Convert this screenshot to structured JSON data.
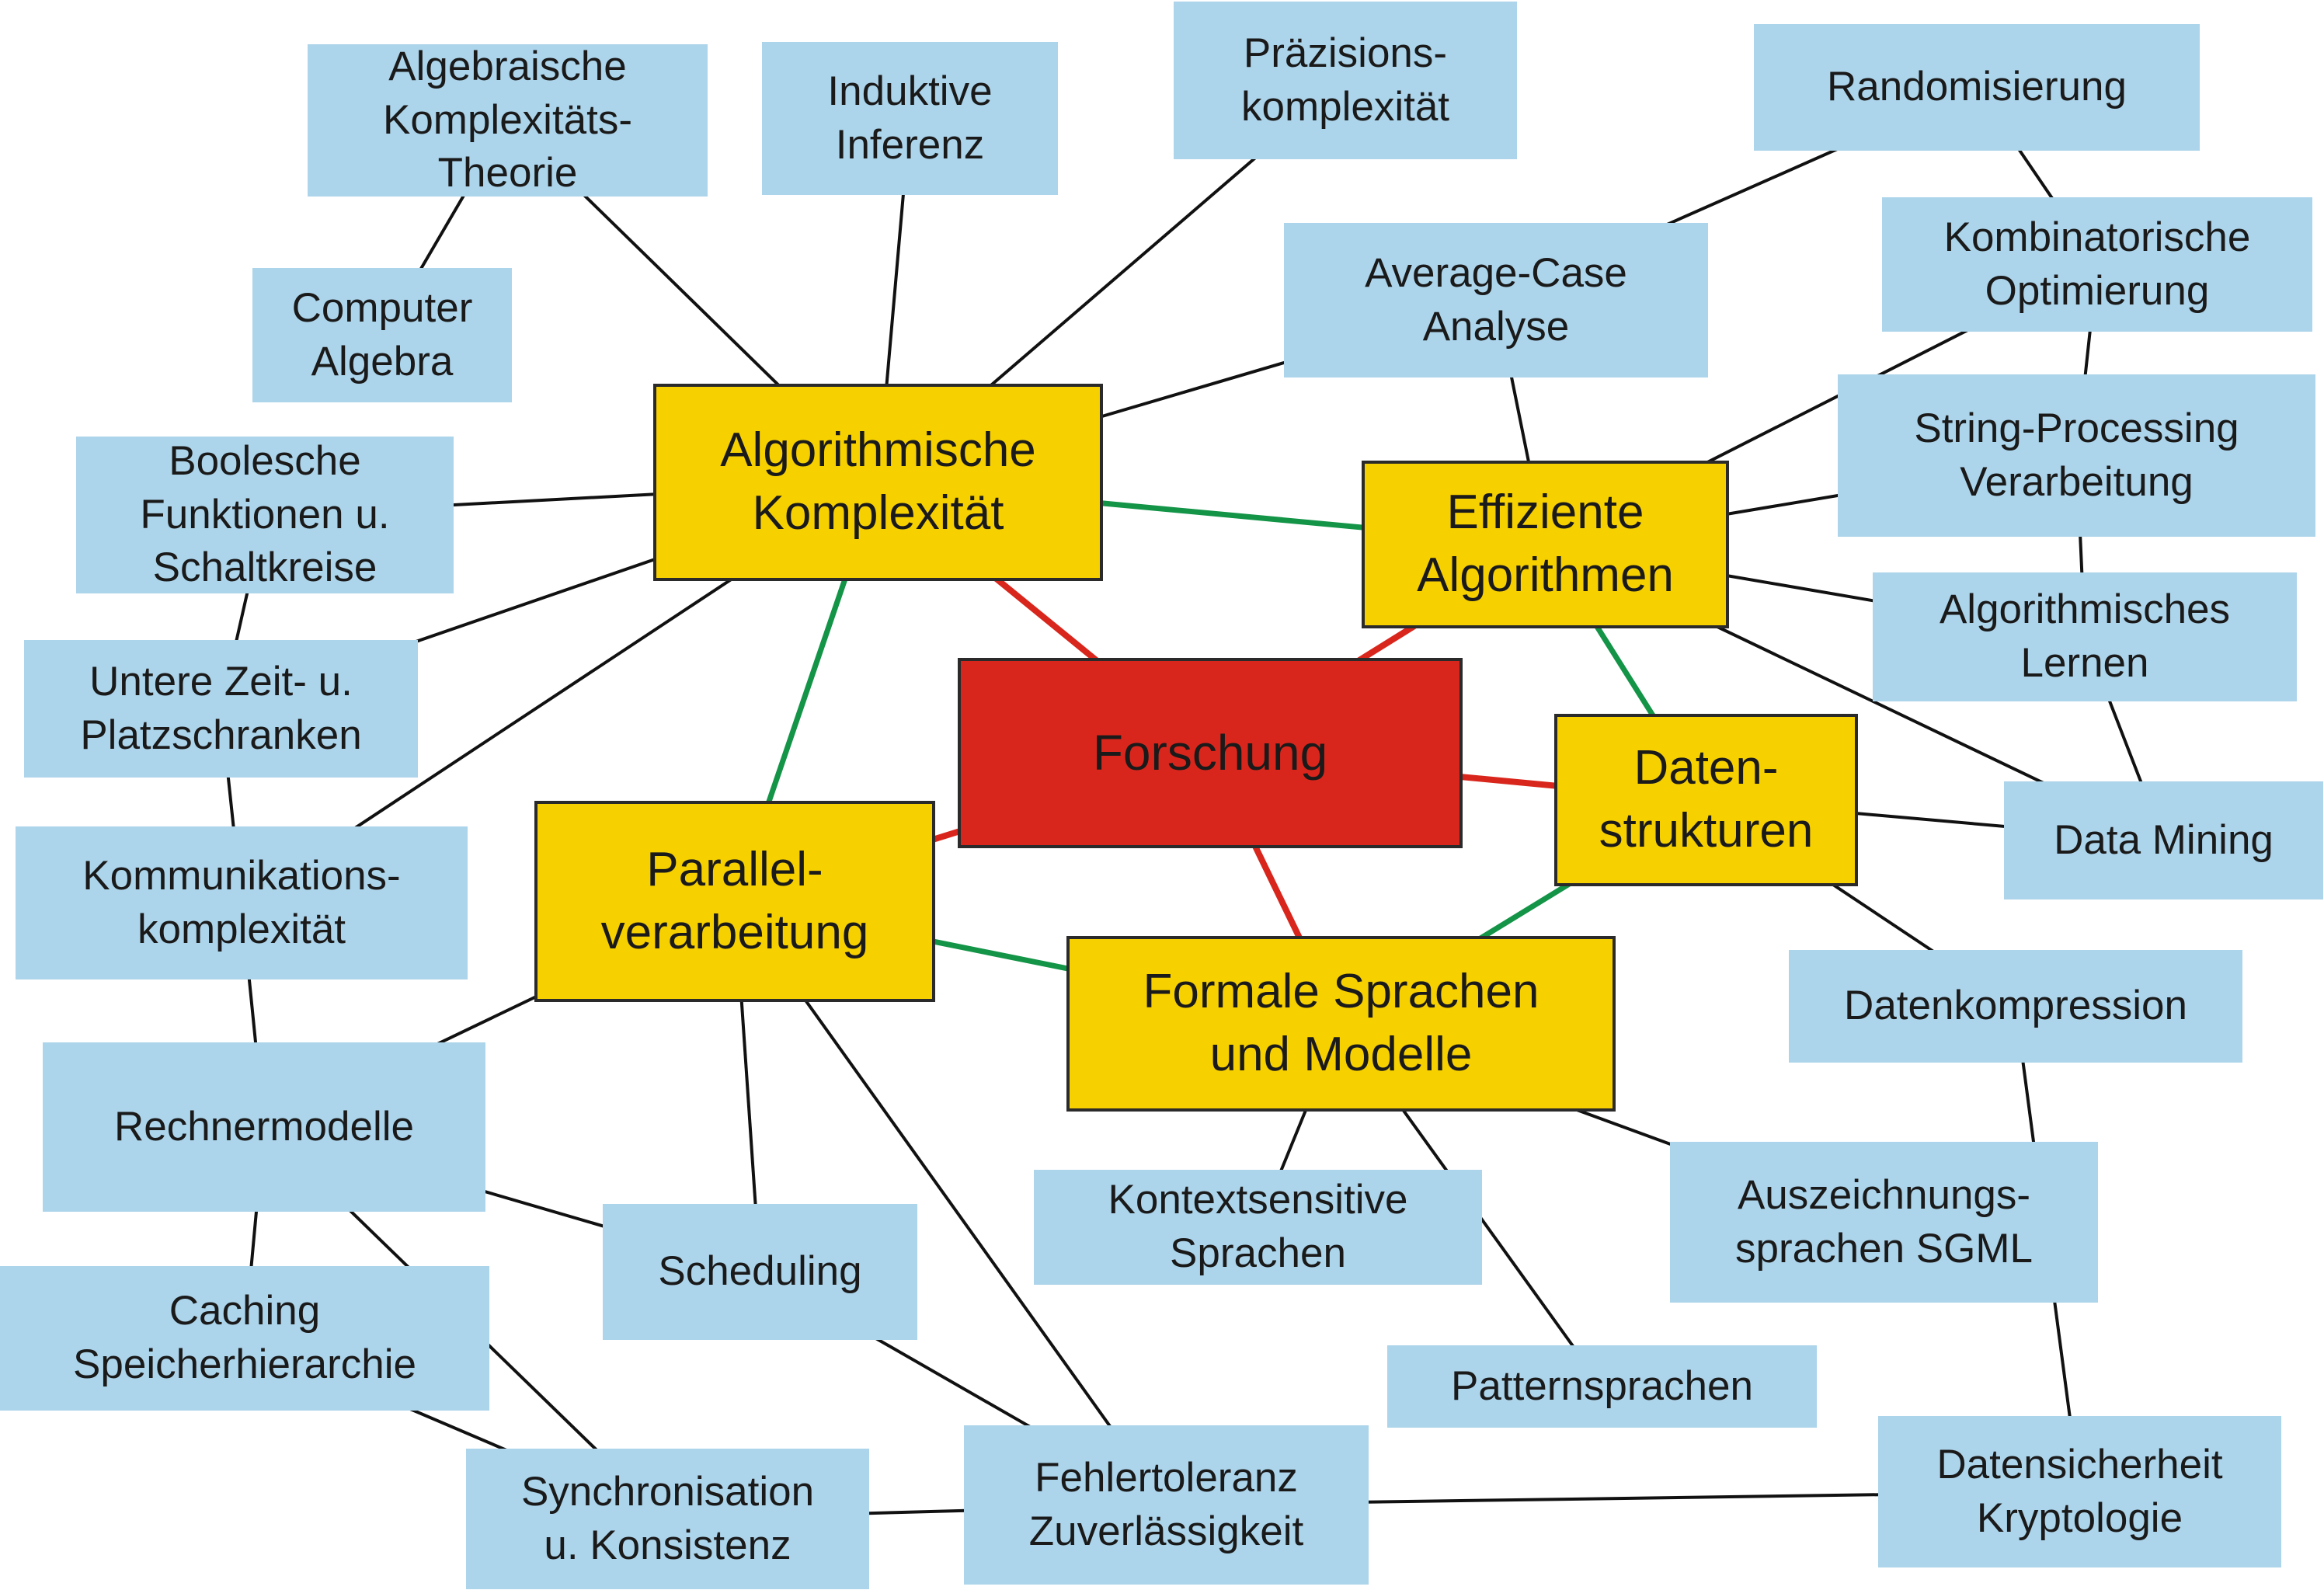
{
  "colors": {
    "leaf_fill": "#acd4ea",
    "hub_fill": "#f7d000",
    "core_fill": "#d9261c",
    "edge_core": "#d9261c",
    "edge_hub": "#139447",
    "edge_leaf": "#111111"
  },
  "nodes": {
    "forschung": "Forschung",
    "algo_komplexitaet": "Algorithmische\nKomplexität",
    "effiziente_algorithmen": "Effiziente\nAlgorithmen",
    "datenstrukturen": "Daten-\nstrukturen",
    "parallelverarbeitung": "Parallel-\nverarbeitung",
    "formale_sprachen": "Formale Sprachen\nund Modelle",
    "algebraische_komplexitaet": "Algebraische\nKomplexitäts-\nTheorie",
    "induktive_inferenz": "Induktive\nInferenz",
    "praezisionskomplexitaet": "Präzisions-\nkomplexität",
    "randomisierung": "Randomisierung",
    "computer_algebra": "Computer\nAlgebra",
    "average_case": "Average-Case\nAnalyse",
    "kombinatorische_optimierung": "Kombinatorische\nOptimierung",
    "boolesche_funktionen": "Boolesche\nFunktionen u.\nSchaltkreise",
    "string_processing": "String-Processing\nVerarbeitung",
    "algorithmisches_lernen": "Algorithmisches\nLernen",
    "untere_schranken": "Untere Zeit- u.\nPlatzschranken",
    "data_mining": "Data Mining",
    "kommunikationskomplexitaet": "Kommunikations-\nkomplexität",
    "datenkompression": "Datenkompression",
    "rechnermodelle": "Rechnermodelle",
    "kontextsensitive_sprachen": "Kontextsensitive\nSprachen",
    "auszeichnungssprachen": "Auszeichnungs-\nsprachen SGML",
    "scheduling": "Scheduling",
    "caching": "Caching\nSpeicherhierarchie",
    "patternsprachen": "Patternsprachen",
    "synchronisation": "Synchronisation\nu. Konsistenz",
    "fehlertoleranz": "Fehlertoleranz\nZuverlässigkeit",
    "datensicherheit": "Datensicherheit\nKryptologie"
  },
  "edges": [
    {
      "from": "forschung",
      "to": "algo_komplexitaet",
      "kind": "core"
    },
    {
      "from": "forschung",
      "to": "effiziente_algorithmen",
      "kind": "core"
    },
    {
      "from": "forschung",
      "to": "datenstrukturen",
      "kind": "core"
    },
    {
      "from": "forschung",
      "to": "parallelverarbeitung",
      "kind": "core"
    },
    {
      "from": "forschung",
      "to": "formale_sprachen",
      "kind": "core"
    },
    {
      "from": "algo_komplexitaet",
      "to": "effiziente_algorithmen",
      "kind": "hub"
    },
    {
      "from": "algo_komplexitaet",
      "to": "parallelverarbeitung",
      "kind": "hub"
    },
    {
      "from": "effiziente_algorithmen",
      "to": "datenstrukturen",
      "kind": "hub"
    },
    {
      "from": "datenstrukturen",
      "to": "formale_sprachen",
      "kind": "hub"
    },
    {
      "from": "parallelverarbeitung",
      "to": "formale_sprachen",
      "kind": "hub"
    },
    {
      "from": "algo_komplexitaet",
      "to": "algebraische_komplexitaet",
      "kind": "leaf"
    },
    {
      "from": "algo_komplexitaet",
      "to": "induktive_inferenz",
      "kind": "leaf"
    },
    {
      "from": "algo_komplexitaet",
      "to": "praezisionskomplexitaet",
      "kind": "leaf"
    },
    {
      "from": "algo_komplexitaet",
      "to": "average_case",
      "kind": "leaf"
    },
    {
      "from": "algo_komplexitaet",
      "to": "boolesche_funktionen",
      "kind": "leaf"
    },
    {
      "from": "algo_komplexitaet",
      "to": "untere_schranken",
      "kind": "leaf"
    },
    {
      "from": "algo_komplexitaet",
      "to": "kommunikationskomplexitaet",
      "kind": "leaf"
    },
    {
      "from": "algebraische_komplexitaet",
      "to": "computer_algebra",
      "kind": "leaf"
    },
    {
      "from": "average_case",
      "to": "effiziente_algorithmen",
      "kind": "leaf"
    },
    {
      "from": "average_case",
      "to": "randomisierung",
      "kind": "leaf"
    },
    {
      "from": "randomisierung",
      "to": "kombinatorische_optimierung",
      "kind": "leaf"
    },
    {
      "from": "effiziente_algorithmen",
      "to": "kombinatorische_optimierung",
      "kind": "leaf"
    },
    {
      "from": "kombinatorische_optimierung",
      "to": "string_processing",
      "kind": "leaf"
    },
    {
      "from": "effiziente_algorithmen",
      "to": "string_processing",
      "kind": "leaf"
    },
    {
      "from": "string_processing",
      "to": "algorithmisches_lernen",
      "kind": "leaf"
    },
    {
      "from": "effiziente_algorithmen",
      "to": "algorithmisches_lernen",
      "kind": "leaf"
    },
    {
      "from": "effiziente_algorithmen",
      "to": "data_mining",
      "kind": "leaf"
    },
    {
      "from": "algorithmisches_lernen",
      "to": "data_mining",
      "kind": "leaf"
    },
    {
      "from": "datenstrukturen",
      "to": "data_mining",
      "kind": "leaf"
    },
    {
      "from": "datenstrukturen",
      "to": "datenkompression",
      "kind": "leaf"
    },
    {
      "from": "boolesche_funktionen",
      "to": "untere_schranken",
      "kind": "leaf"
    },
    {
      "from": "untere_schranken",
      "to": "kommunikationskomplexitaet",
      "kind": "leaf"
    },
    {
      "from": "kommunikationskomplexitaet",
      "to": "rechnermodelle",
      "kind": "leaf"
    },
    {
      "from": "parallelverarbeitung",
      "to": "rechnermodelle",
      "kind": "leaf"
    },
    {
      "from": "parallelverarbeitung",
      "to": "scheduling",
      "kind": "leaf"
    },
    {
      "from": "parallelverarbeitung",
      "to": "fehlertoleranz",
      "kind": "leaf"
    },
    {
      "from": "rechnermodelle",
      "to": "scheduling",
      "kind": "leaf"
    },
    {
      "from": "rechnermodelle",
      "to": "caching",
      "kind": "leaf"
    },
    {
      "from": "rechnermodelle",
      "to": "synchronisation",
      "kind": "leaf"
    },
    {
      "from": "caching",
      "to": "synchronisation",
      "kind": "leaf"
    },
    {
      "from": "scheduling",
      "to": "fehlertoleranz",
      "kind": "leaf"
    },
    {
      "from": "synchronisation",
      "to": "fehlertoleranz",
      "kind": "leaf"
    },
    {
      "from": "fehlertoleranz",
      "to": "datensicherheit",
      "kind": "leaf"
    },
    {
      "from": "datenkompression",
      "to": "datensicherheit",
      "kind": "leaf"
    },
    {
      "from": "formale_sprachen",
      "to": "kontextsensitive_sprachen",
      "kind": "leaf"
    },
    {
      "from": "formale_sprachen",
      "to": "patternsprachen",
      "kind": "leaf"
    },
    {
      "from": "formale_sprachen",
      "to": "auszeichnungssprachen",
      "kind": "leaf"
    }
  ]
}
